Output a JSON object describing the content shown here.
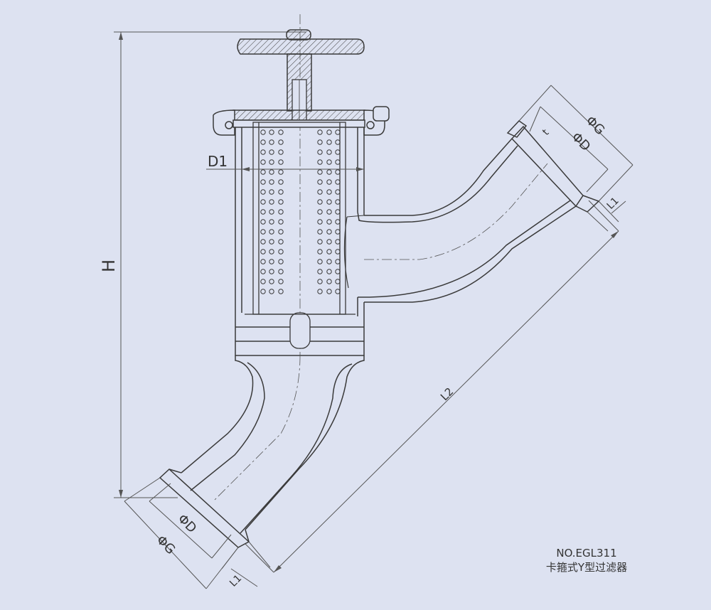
{
  "labels": {
    "height": "H",
    "body_diameter": "D1",
    "outer_diameter": "ΦG",
    "inner_diameter": "ΦD",
    "clamp_length": "L1",
    "total_length": "L2",
    "thickness": "t"
  },
  "caption": {
    "model": "NO.EGL311",
    "name": "卡箍式Y型过滤器"
  },
  "colors": {
    "background": "#dde2f1",
    "line": "#3a3a3a",
    "dimension_line": "#555555"
  }
}
